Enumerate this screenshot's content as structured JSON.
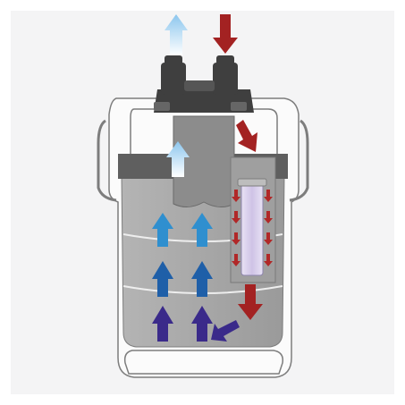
{
  "diagram": {
    "subject": "canister-filter-water-flow",
    "colors": {
      "background": "#f4f4f5",
      "body_white": "#fbfbfb",
      "outline": "#7d7d7d",
      "canister_gray": "#a9a9a9",
      "band_dark": "#5f5f5f",
      "head_dark": "#3f3f3f",
      "uv_tube": "#d9d2ea",
      "outflow_arrow": "#cfe6f6",
      "inflow_arrow": "#a32222",
      "flow_light_blue": "#2f8fcf",
      "flow_mid_blue": "#1f5fa8",
      "flow_purple": "#3a2a8a"
    },
    "arrows": [
      {
        "id": "outflow-top",
        "direction": "up",
        "color_key": "outflow_arrow"
      },
      {
        "id": "inflow-top",
        "direction": "down",
        "color_key": "inflow_arrow"
      },
      {
        "id": "outflow-internal",
        "direction": "up",
        "color_key": "outflow_arrow"
      },
      {
        "id": "inflow-internal",
        "direction": "down-right",
        "color_key": "inflow_arrow"
      },
      {
        "id": "flow-row-1",
        "direction": "up",
        "color_key": "flow_light_blue"
      },
      {
        "id": "flow-row-2",
        "direction": "up",
        "color_key": "flow_mid_blue"
      },
      {
        "id": "flow-row-3",
        "direction": "up",
        "color_key": "flow_purple"
      },
      {
        "id": "inflow-bottom",
        "direction": "down",
        "color_key": "inflow_arrow"
      },
      {
        "id": "flow-return",
        "direction": "down-left",
        "color_key": "flow_purple"
      }
    ]
  }
}
